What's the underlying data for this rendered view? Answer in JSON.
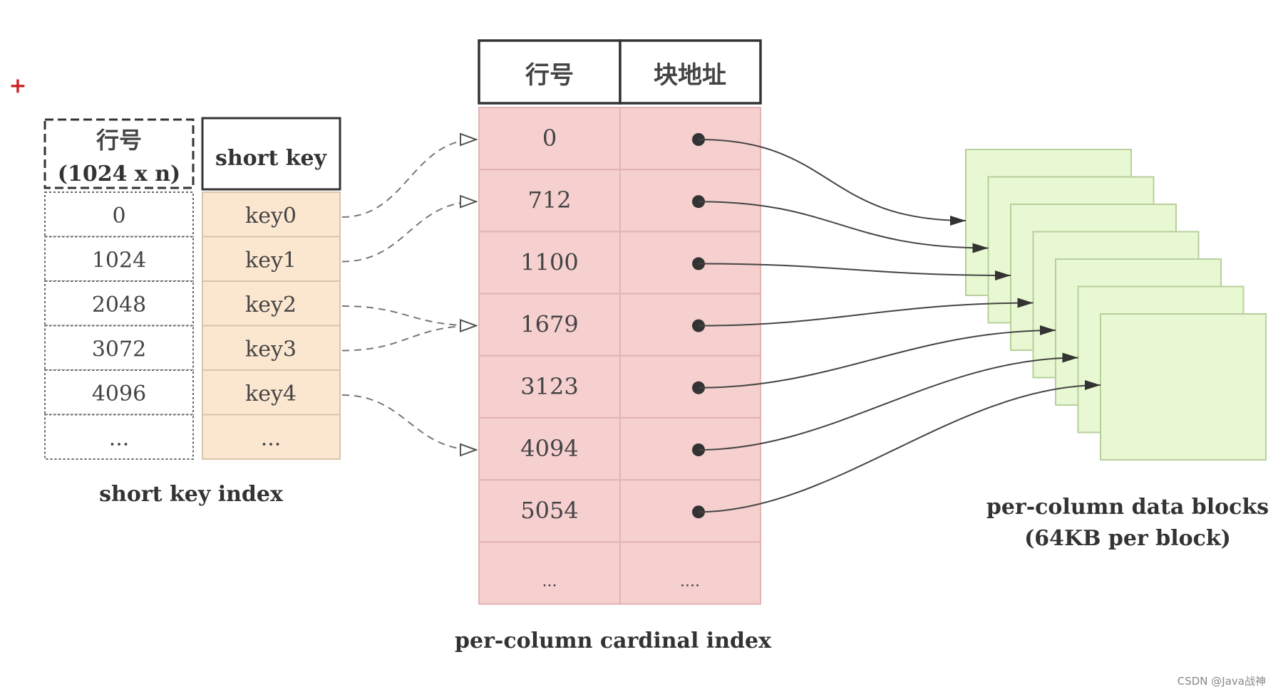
{
  "short_key_index": {
    "row_header_line1": "行号",
    "row_header_line2": "(1024 x n)",
    "key_header": "short key",
    "rows": [
      "0",
      "1024",
      "2048",
      "3072",
      "4096",
      "..."
    ],
    "keys": [
      "key0",
      "key1",
      "key2",
      "key3",
      "key4",
      "..."
    ],
    "caption": "short key index"
  },
  "cardinal_index": {
    "col_row": "行号",
    "col_addr": "块地址",
    "rows": [
      "0",
      "712",
      "1100",
      "1679",
      "3123",
      "4094",
      "5054",
      "..."
    ],
    "addr_ellipsis": "....",
    "caption": "per-column cardinal index"
  },
  "data_blocks": {
    "caption_line1": "per-column data blocks",
    "caption_line2": "(64KB per block)"
  },
  "marker_symbol": "+",
  "watermark": "CSDN @Java战神",
  "colors": {
    "key_fill": "#fbe6cf",
    "cardinal_fill": "#f6cfcf",
    "block_fill": "#e8f8d2",
    "marker": "#cc2222"
  }
}
